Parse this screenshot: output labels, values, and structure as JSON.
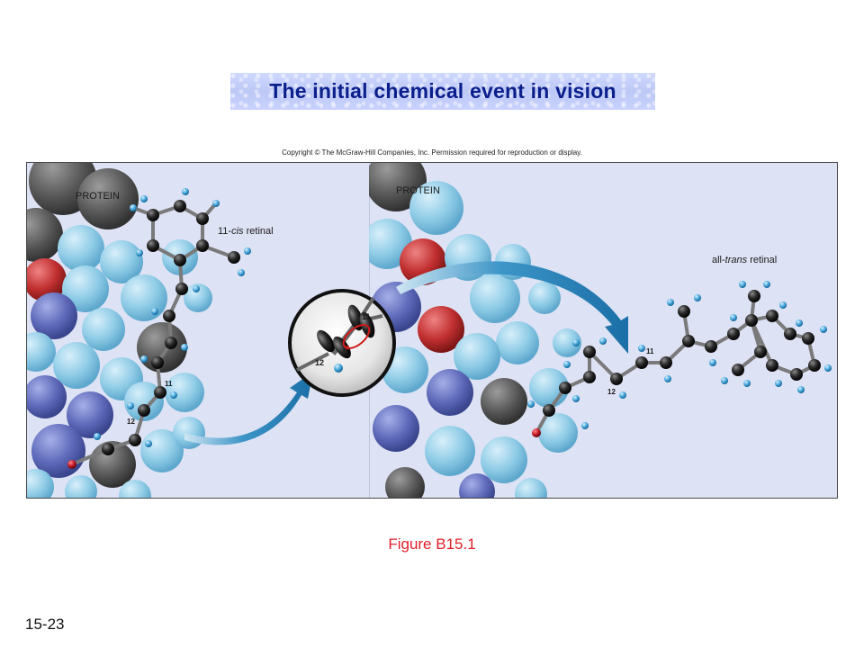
{
  "slide": {
    "title": "The initial chemical event in vision",
    "copyright": "Copyright © The McGraw-Hill Companies, Inc. Permission required for reproduction or display.",
    "figure_label": "Figure B15.1",
    "slide_number": "15-23"
  },
  "figure": {
    "left_panel": {
      "protein_label": "PROTEIN",
      "molecule_label_prefix": "11-",
      "molecule_label_italic": "cis",
      "molecule_label_suffix": " retinal",
      "carbon_11": "11",
      "carbon_12": "12"
    },
    "inset": {
      "carbon_11": "11",
      "carbon_12": "12"
    },
    "right_panel": {
      "protein_label": "PROTEIN",
      "molecule_label_prefix": "all-",
      "molecule_label_italic": "trans",
      "molecule_label_suffix": " retinal",
      "carbon_11": "11",
      "carbon_12": "12"
    }
  }
}
